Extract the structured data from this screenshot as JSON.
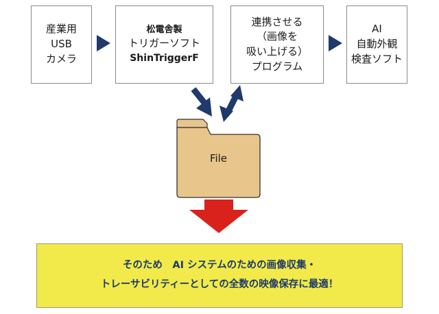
{
  "boxes": [
    {
      "lines": [
        "産業用",
        "USB",
        "カメラ"
      ]
    },
    {
      "lines": [
        "松電舎製",
        "トリガーソフト",
        "ShinTriggerF"
      ]
    },
    {
      "lines": [
        "連携させる",
        "（画像を",
        "吸い上げる）",
        "プログラム"
      ]
    },
    {
      "lines": [
        "AI",
        "自動外観",
        "検査ソフト"
      ]
    }
  ],
  "file": {
    "label": "File"
  },
  "banner": {
    "line1": "そのため　AI システムのための画像収集・",
    "line2": "トレーサビリティーとしての全数の映像保存に最適！"
  },
  "colors": {
    "arrow_dark": "#1f3a6b",
    "folder_fill": "#e8c58a",
    "down_arrow": "#d9221c",
    "banner_bg": "#f1ea4a",
    "banner_text": "#1f3a6b"
  }
}
